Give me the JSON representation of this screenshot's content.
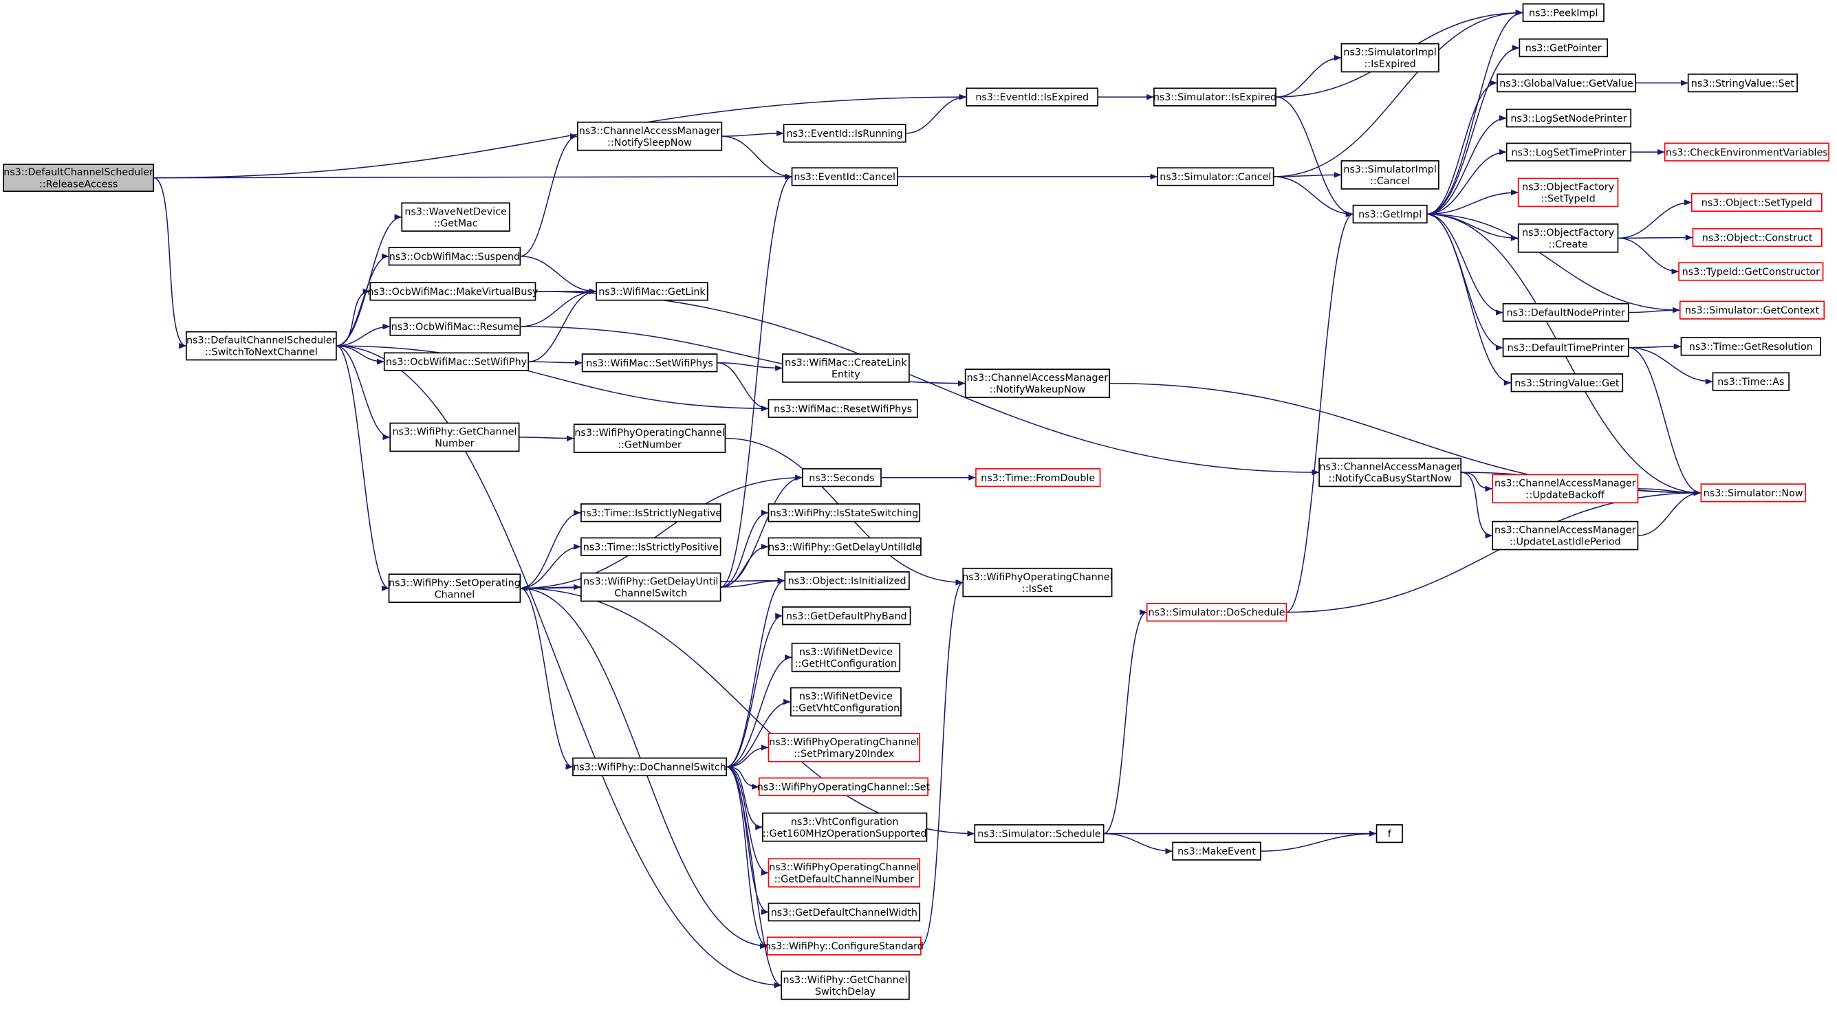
{
  "colors": {
    "edge": "#191970",
    "root_fill": "#bfbfbf",
    "node_border": "#000000",
    "incomplete_border": "#ff0000"
  },
  "nodes": [
    {
      "id": "release",
      "lines": [
        "ns3::DefaultChannelScheduler",
        "::ReleaseAccess"
      ],
      "root": true
    },
    {
      "id": "switch",
      "lines": [
        "ns3::DefaultChannelScheduler",
        "::SwitchToNextChannel"
      ]
    },
    {
      "id": "wavegetmac",
      "lines": [
        "ns3::WaveNetDevice",
        "::GetMac"
      ]
    },
    {
      "id": "suspend",
      "lines": [
        "ns3::OcbWifiMac::Suspend"
      ]
    },
    {
      "id": "mvb",
      "lines": [
        "ns3::OcbWifiMac::MakeVirtualBusy"
      ]
    },
    {
      "id": "resume",
      "lines": [
        "ns3::OcbWifiMac::Resume"
      ]
    },
    {
      "id": "ocbsetphy",
      "lines": [
        "ns3::OcbWifiMac::SetWifiPhy"
      ]
    },
    {
      "id": "getchnum",
      "lines": [
        "ns3::WifiPhy::GetChannel",
        "Number"
      ]
    },
    {
      "id": "setop",
      "lines": [
        "ns3::WifiPhy::SetOperating",
        "Channel"
      ]
    },
    {
      "id": "sleepnow",
      "lines": [
        "ns3::ChannelAccessManager",
        "::NotifySleepNow"
      ]
    },
    {
      "id": "isrunning",
      "lines": [
        "ns3::EventId::IsRunning"
      ]
    },
    {
      "id": "evexpired",
      "lines": [
        "ns3::EventId::IsExpired"
      ]
    },
    {
      "id": "evcancel",
      "lines": [
        "ns3::EventId::Cancel"
      ]
    },
    {
      "id": "getlink",
      "lines": [
        "ns3::WifiMac::GetLink"
      ]
    },
    {
      "id": "macsetphys",
      "lines": [
        "ns3::WifiMac::SetWifiPhys"
      ]
    },
    {
      "id": "createlink",
      "lines": [
        "ns3::WifiMac::CreateLink",
        "Entity"
      ]
    },
    {
      "id": "resetphys",
      "lines": [
        "ns3::WifiMac::ResetWifiPhys"
      ]
    },
    {
      "id": "getnumber",
      "lines": [
        "ns3::WifiPhyOperatingChannel",
        "::GetNumber"
      ]
    },
    {
      "id": "wakeup",
      "lines": [
        "ns3::ChannelAccessManager",
        "::NotifyWakeupNow"
      ]
    },
    {
      "id": "seconds",
      "lines": [
        "ns3::Seconds"
      ]
    },
    {
      "id": "strneg",
      "lines": [
        "ns3::Time::IsStrictlyNegative"
      ]
    },
    {
      "id": "strpos",
      "lines": [
        "ns3::Time::IsStrictlyPositive"
      ]
    },
    {
      "id": "delayswitch",
      "lines": [
        "ns3::WifiPhy::GetDelayUntil",
        "ChannelSwitch"
      ]
    },
    {
      "id": "stateswitch",
      "lines": [
        "ns3::WifiPhy::IsStateSwitching"
      ]
    },
    {
      "id": "delayidle",
      "lines": [
        "ns3::WifiPhy::GetDelayUntilIdle"
      ]
    },
    {
      "id": "isinit",
      "lines": [
        "ns3::Object::IsInitialized"
      ]
    },
    {
      "id": "phyband",
      "lines": [
        "ns3::GetDefaultPhyBand"
      ]
    },
    {
      "id": "htconf",
      "lines": [
        "ns3::WifiNetDevice",
        "::GetHtConfiguration"
      ]
    },
    {
      "id": "vhtconf",
      "lines": [
        "ns3::WifiNetDevice",
        "::GetVhtConfiguration"
      ]
    },
    {
      "id": "primary20",
      "lines": [
        "ns3::WifiPhyOperatingChannel",
        "::SetPrimary20Index"
      ],
      "incomplete": true
    },
    {
      "id": "opset",
      "lines": [
        "ns3::WifiPhyOperatingChannel::Set"
      ],
      "incomplete": true
    },
    {
      "id": "get160",
      "lines": [
        "ns3::VhtConfiguration",
        "::Get160MHzOperationSupported"
      ]
    },
    {
      "id": "defchnum",
      "lines": [
        "ns3::WifiPhyOperatingChannel",
        "::GetDefaultChannelNumber"
      ],
      "incomplete": true
    },
    {
      "id": "defchwidth",
      "lines": [
        "ns3::GetDefaultChannelWidth"
      ]
    },
    {
      "id": "confstd",
      "lines": [
        "ns3::WifiPhy::ConfigureStandard"
      ],
      "incomplete": true
    },
    {
      "id": "swdelay",
      "lines": [
        "ns3::WifiPhy::GetChannel",
        "SwitchDelay"
      ]
    },
    {
      "id": "dochsw",
      "lines": [
        "ns3::WifiPhy::DoChannelSwitch"
      ]
    },
    {
      "id": "fromdouble",
      "lines": [
        "ns3::Time::FromDouble"
      ],
      "incomplete": true
    },
    {
      "id": "isset",
      "lines": [
        "ns3::WifiPhyOperatingChannel",
        "::IsSet"
      ]
    },
    {
      "id": "simexpired",
      "lines": [
        "ns3::Simulator::IsExpired"
      ]
    },
    {
      "id": "implexpired",
      "lines": [
        "ns3::SimulatorImpl",
        "::IsExpired"
      ]
    },
    {
      "id": "simcancel",
      "lines": [
        "ns3::Simulator::Cancel"
      ]
    },
    {
      "id": "implcancel",
      "lines": [
        "ns3::SimulatorImpl",
        "::Cancel"
      ]
    },
    {
      "id": "getimpl",
      "lines": [
        "ns3::GetImpl"
      ]
    },
    {
      "id": "peekimpl",
      "lines": [
        "ns3::PeekImpl"
      ]
    },
    {
      "id": "getpointer",
      "lines": [
        "ns3::GetPointer"
      ]
    },
    {
      "id": "gvgetvalue",
      "lines": [
        "ns3::GlobalValue::GetValue"
      ]
    },
    {
      "id": "svset",
      "lines": [
        "ns3::StringValue::Set"
      ]
    },
    {
      "id": "lognode",
      "lines": [
        "ns3::LogSetNodePrinter"
      ]
    },
    {
      "id": "logtime",
      "lines": [
        "ns3::LogSetTimePrinter"
      ]
    },
    {
      "id": "checkenv",
      "lines": [
        "ns3::CheckEnvironmentVariables"
      ],
      "incomplete": true
    },
    {
      "id": "ofsettype",
      "lines": [
        "ns3::ObjectFactory",
        "::SetTypeId"
      ],
      "incomplete": true
    },
    {
      "id": "ofcreate",
      "lines": [
        "ns3::ObjectFactory",
        "::Create"
      ]
    },
    {
      "id": "objsettype",
      "lines": [
        "ns3::Object::SetTypeId"
      ],
      "incomplete": true
    },
    {
      "id": "objconstruct",
      "lines": [
        "ns3::Object::Construct"
      ],
      "incomplete": true
    },
    {
      "id": "getctor",
      "lines": [
        "ns3::TypeId::GetConstructor"
      ],
      "incomplete": true
    },
    {
      "id": "defnodeprint",
      "lines": [
        "ns3::DefaultNodePrinter"
      ]
    },
    {
      "id": "getcontext",
      "lines": [
        "ns3::Simulator::GetContext"
      ],
      "incomplete": true
    },
    {
      "id": "deftimeprint",
      "lines": [
        "ns3::DefaultTimePrinter"
      ]
    },
    {
      "id": "getres",
      "lines": [
        "ns3::Time::GetResolution"
      ]
    },
    {
      "id": "timeas",
      "lines": [
        "ns3::Time::As"
      ]
    },
    {
      "id": "svget",
      "lines": [
        "ns3::StringValue::Get"
      ]
    },
    {
      "id": "ccabusy",
      "lines": [
        "ns3::ChannelAccessManager",
        "::NotifyCcaBusyStartNow"
      ]
    },
    {
      "id": "backoff",
      "lines": [
        "ns3::ChannelAccessManager",
        "::UpdateBackoff"
      ],
      "incomplete": true
    },
    {
      "id": "lastidle",
      "lines": [
        "ns3::ChannelAccessManager",
        "::UpdateLastIdlePeriod"
      ]
    },
    {
      "id": "simnow",
      "lines": [
        "ns3::Simulator::Now"
      ],
      "incomplete": true
    },
    {
      "id": "doschedule",
      "lines": [
        "ns3::Simulator::DoSchedule"
      ],
      "incomplete": true
    },
    {
      "id": "schedule",
      "lines": [
        "ns3::Simulator::Schedule"
      ]
    },
    {
      "id": "makeevent",
      "lines": [
        "ns3::MakeEvent"
      ]
    },
    {
      "id": "f",
      "lines": [
        "f"
      ]
    }
  ],
  "edges": [
    [
      "release",
      "evexpired"
    ],
    [
      "release",
      "evcancel"
    ],
    [
      "release",
      "switch"
    ],
    [
      "switch",
      "wavegetmac"
    ],
    [
      "switch",
      "suspend"
    ],
    [
      "switch",
      "mvb"
    ],
    [
      "switch",
      "resume"
    ],
    [
      "switch",
      "ocbsetphy"
    ],
    [
      "switch",
      "resetphys"
    ],
    [
      "switch",
      "getchnum"
    ],
    [
      "switch",
      "setop"
    ],
    [
      "switch",
      "swdelay"
    ],
    [
      "suspend",
      "sleepnow"
    ],
    [
      "suspend",
      "getlink"
    ],
    [
      "mvb",
      "getlink"
    ],
    [
      "mvb",
      "ccabusy"
    ],
    [
      "resume",
      "getlink"
    ],
    [
      "resume",
      "wakeup"
    ],
    [
      "ocbsetphy",
      "getlink"
    ],
    [
      "ocbsetphy",
      "macsetphys"
    ],
    [
      "macsetphys",
      "createlink"
    ],
    [
      "macsetphys",
      "resetphys"
    ],
    [
      "getchnum",
      "getnumber"
    ],
    [
      "getnumber",
      "isset"
    ],
    [
      "sleepnow",
      "isrunning"
    ],
    [
      "sleepnow",
      "evcancel"
    ],
    [
      "isrunning",
      "evexpired"
    ],
    [
      "evexpired",
      "simexpired"
    ],
    [
      "evcancel",
      "simcancel"
    ],
    [
      "simexpired",
      "implexpired"
    ],
    [
      "simexpired",
      "peekimpl"
    ],
    [
      "simexpired",
      "getimpl"
    ],
    [
      "simcancel",
      "implcancel"
    ],
    [
      "simcancel",
      "peekimpl"
    ],
    [
      "simcancel",
      "getimpl"
    ],
    [
      "setop",
      "seconds"
    ],
    [
      "setop",
      "strneg"
    ],
    [
      "setop",
      "strpos"
    ],
    [
      "setop",
      "delayswitch"
    ],
    [
      "setop",
      "isinit"
    ],
    [
      "setop",
      "dochsw"
    ],
    [
      "setop",
      "schedule"
    ],
    [
      "delayswitch",
      "evcancel"
    ],
    [
      "delayswitch",
      "seconds"
    ],
    [
      "delayswitch",
      "stateswitch"
    ],
    [
      "delayswitch",
      "delayidle"
    ],
    [
      "delayswitch",
      "isinit"
    ],
    [
      "seconds",
      "fromdouble"
    ],
    [
      "dochsw",
      "isinit"
    ],
    [
      "dochsw",
      "phyband"
    ],
    [
      "dochsw",
      "htconf"
    ],
    [
      "dochsw",
      "vhtconf"
    ],
    [
      "dochsw",
      "primary20"
    ],
    [
      "dochsw",
      "opset"
    ],
    [
      "dochsw",
      "get160"
    ],
    [
      "dochsw",
      "defchnum"
    ],
    [
      "dochsw",
      "defchwidth"
    ],
    [
      "dochsw",
      "confstd"
    ],
    [
      "dochsw",
      "swdelay"
    ],
    [
      "confstd",
      "setop"
    ],
    [
      "confstd",
      "isset"
    ],
    [
      "schedule",
      "doschedule"
    ],
    [
      "schedule",
      "makeevent"
    ],
    [
      "schedule",
      "f"
    ],
    [
      "makeevent",
      "f"
    ],
    [
      "doschedule",
      "getimpl"
    ],
    [
      "doschedule",
      "simnow"
    ],
    [
      "getimpl",
      "peekimpl"
    ],
    [
      "getimpl",
      "getpointer"
    ],
    [
      "getimpl",
      "gvgetvalue"
    ],
    [
      "getimpl",
      "lognode"
    ],
    [
      "getimpl",
      "logtime"
    ],
    [
      "getimpl",
      "ofsettype"
    ],
    [
      "getimpl",
      "ofcreate"
    ],
    [
      "getimpl",
      "defnodeprint"
    ],
    [
      "getimpl",
      "deftimeprint"
    ],
    [
      "getimpl",
      "svget"
    ],
    [
      "getimpl",
      "simnow"
    ],
    [
      "gvgetvalue",
      "svset"
    ],
    [
      "logtime",
      "checkenv"
    ],
    [
      "ofcreate",
      "objsettype"
    ],
    [
      "ofcreate",
      "objconstruct"
    ],
    [
      "ofcreate",
      "getctor"
    ],
    [
      "defnodeprint",
      "getcontext"
    ],
    [
      "getcontext",
      "getimpl"
    ],
    [
      "deftimeprint",
      "getres"
    ],
    [
      "deftimeprint",
      "timeas"
    ],
    [
      "deftimeprint",
      "simnow"
    ],
    [
      "ccabusy",
      "simnow"
    ],
    [
      "ccabusy",
      "backoff"
    ],
    [
      "ccabusy",
      "lastidle"
    ],
    [
      "backoff",
      "simnow"
    ],
    [
      "lastidle",
      "simnow"
    ],
    [
      "wakeup",
      "simnow"
    ]
  ]
}
